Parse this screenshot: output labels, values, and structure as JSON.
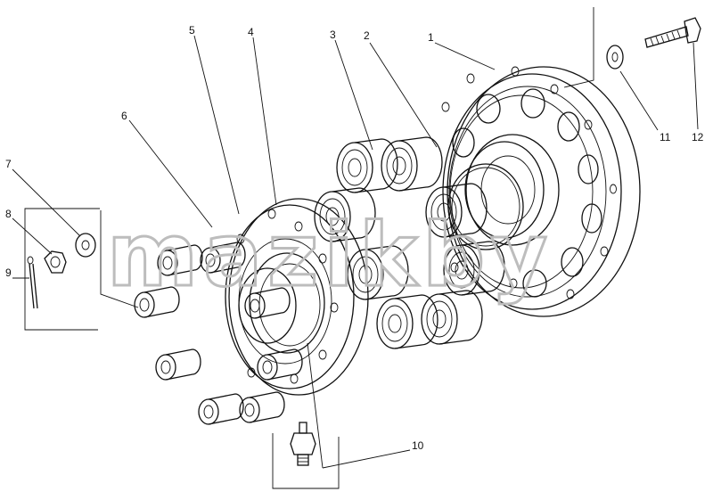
{
  "callouts": [
    "1",
    "2",
    "3",
    "4",
    "5",
    "6",
    "7",
    "8",
    "9",
    "10",
    "11",
    "12"
  ],
  "watermark": "mazikby",
  "colors": {
    "ink": "#111111",
    "paper": "#ffffff",
    "watermark": "#bdbdbd"
  }
}
